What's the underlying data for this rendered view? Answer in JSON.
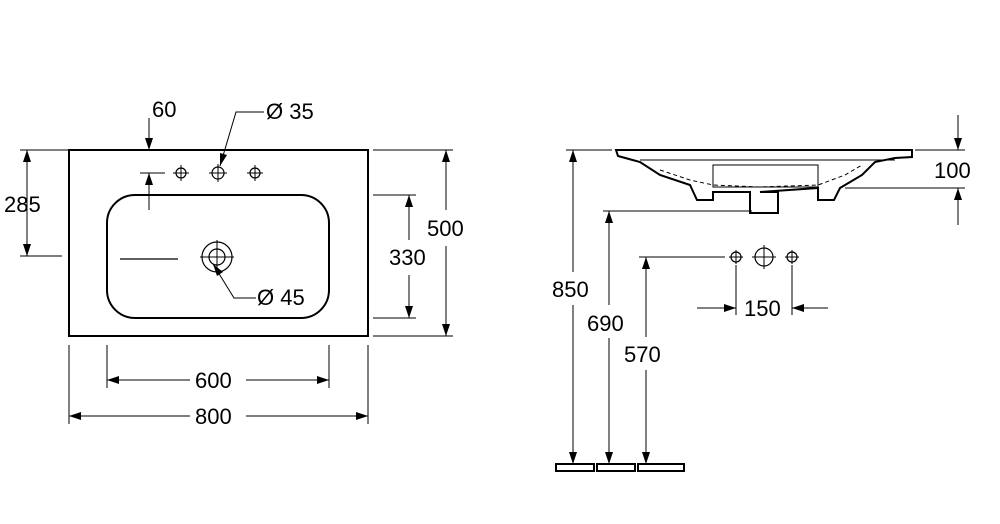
{
  "top_view": {
    "dims": {
      "hole_offset": "60",
      "tap_hole_diameter": "Ø 35",
      "depth_to_hole": "285",
      "overall_depth": "500",
      "bowl_depth": "330",
      "drain_diameter": "Ø 45",
      "bowl_width": "600",
      "overall_width": "800"
    }
  },
  "side_view": {
    "dims": {
      "rim_thickness": "100",
      "rim_height": "850",
      "drain_height": "690",
      "supply_height": "570",
      "supply_spacing": "150"
    }
  }
}
